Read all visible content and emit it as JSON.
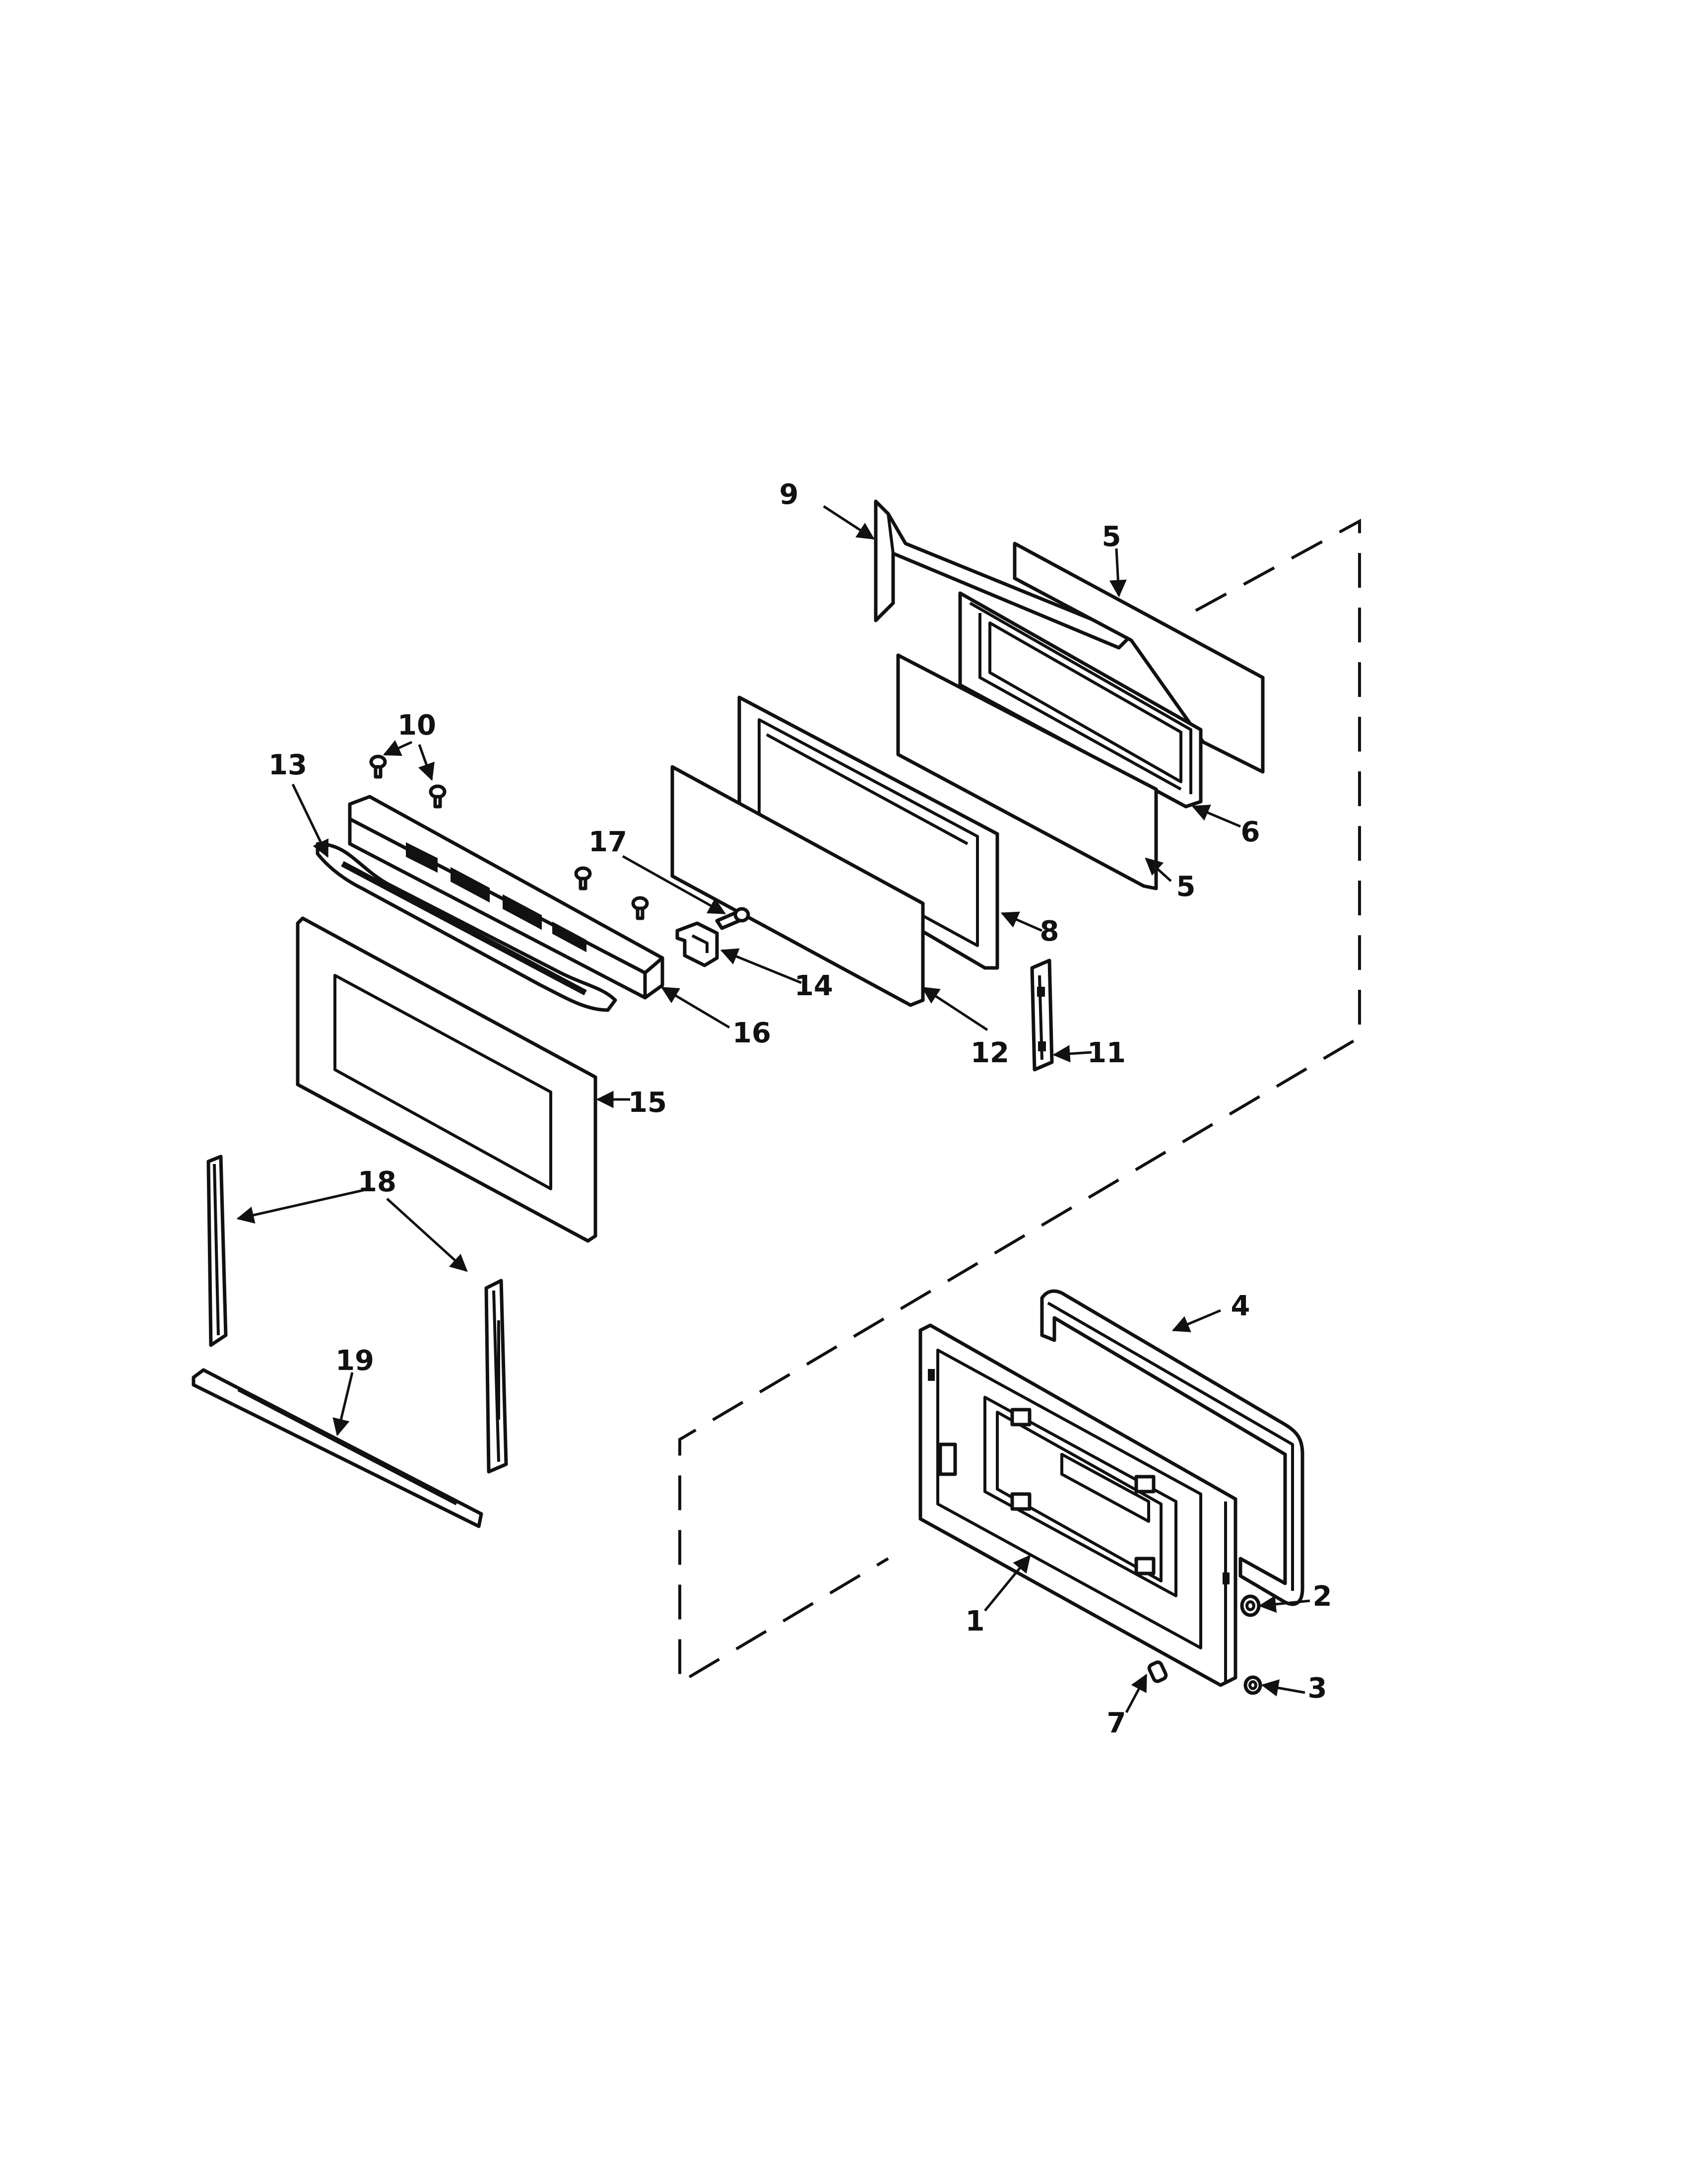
{
  "diagram": {
    "callouts": [
      {
        "id": "1",
        "label": "1"
      },
      {
        "id": "2",
        "label": "2"
      },
      {
        "id": "3",
        "label": "3"
      },
      {
        "id": "4",
        "label": "4"
      },
      {
        "id": "5a",
        "label": "5"
      },
      {
        "id": "5b",
        "label": "5"
      },
      {
        "id": "6",
        "label": "6"
      },
      {
        "id": "7",
        "label": "7"
      },
      {
        "id": "8",
        "label": "8"
      },
      {
        "id": "9",
        "label": "9"
      },
      {
        "id": "10",
        "label": "10"
      },
      {
        "id": "11",
        "label": "11"
      },
      {
        "id": "12",
        "label": "12"
      },
      {
        "id": "13",
        "label": "13"
      },
      {
        "id": "14",
        "label": "14"
      },
      {
        "id": "15",
        "label": "15"
      },
      {
        "id": "16",
        "label": "16"
      },
      {
        "id": "17",
        "label": "17"
      },
      {
        "id": "18",
        "label": "18"
      },
      {
        "id": "19",
        "label": "19"
      }
    ]
  }
}
